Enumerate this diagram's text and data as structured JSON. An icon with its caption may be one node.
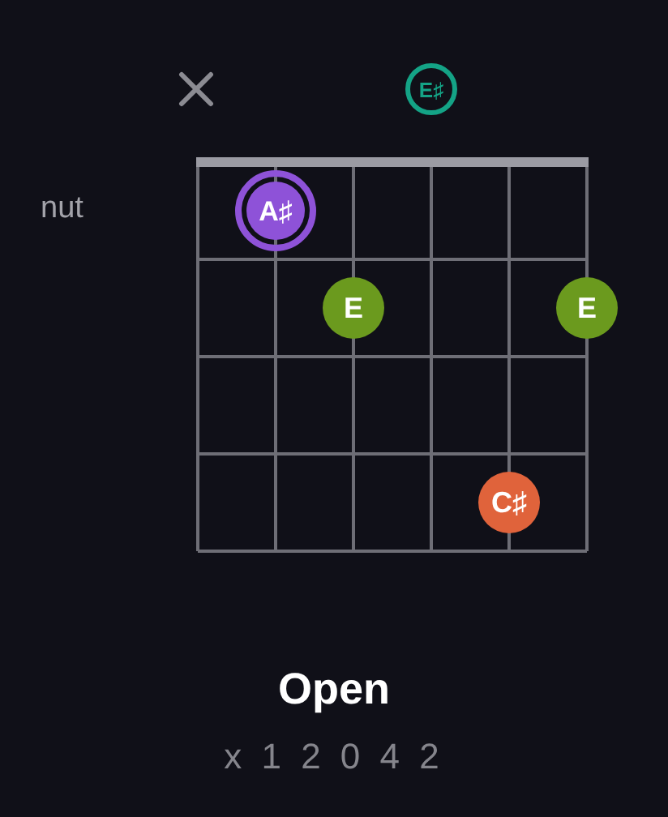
{
  "diagram": {
    "title": "Open",
    "nodes": [
      {
        "text": [
          "E♯"
        ]
      },
      {
        "text": [
          "A♯"
        ]
      },
      {
        "text": [
          "E"
        ]
      },
      {
        "text": [
          "E"
        ]
      },
      {
        "text": [
          "C♯"
        ]
      }
    ],
    "labels": [
      "nut",
      "x 1 2 0 4 2"
    ]
  }
}
